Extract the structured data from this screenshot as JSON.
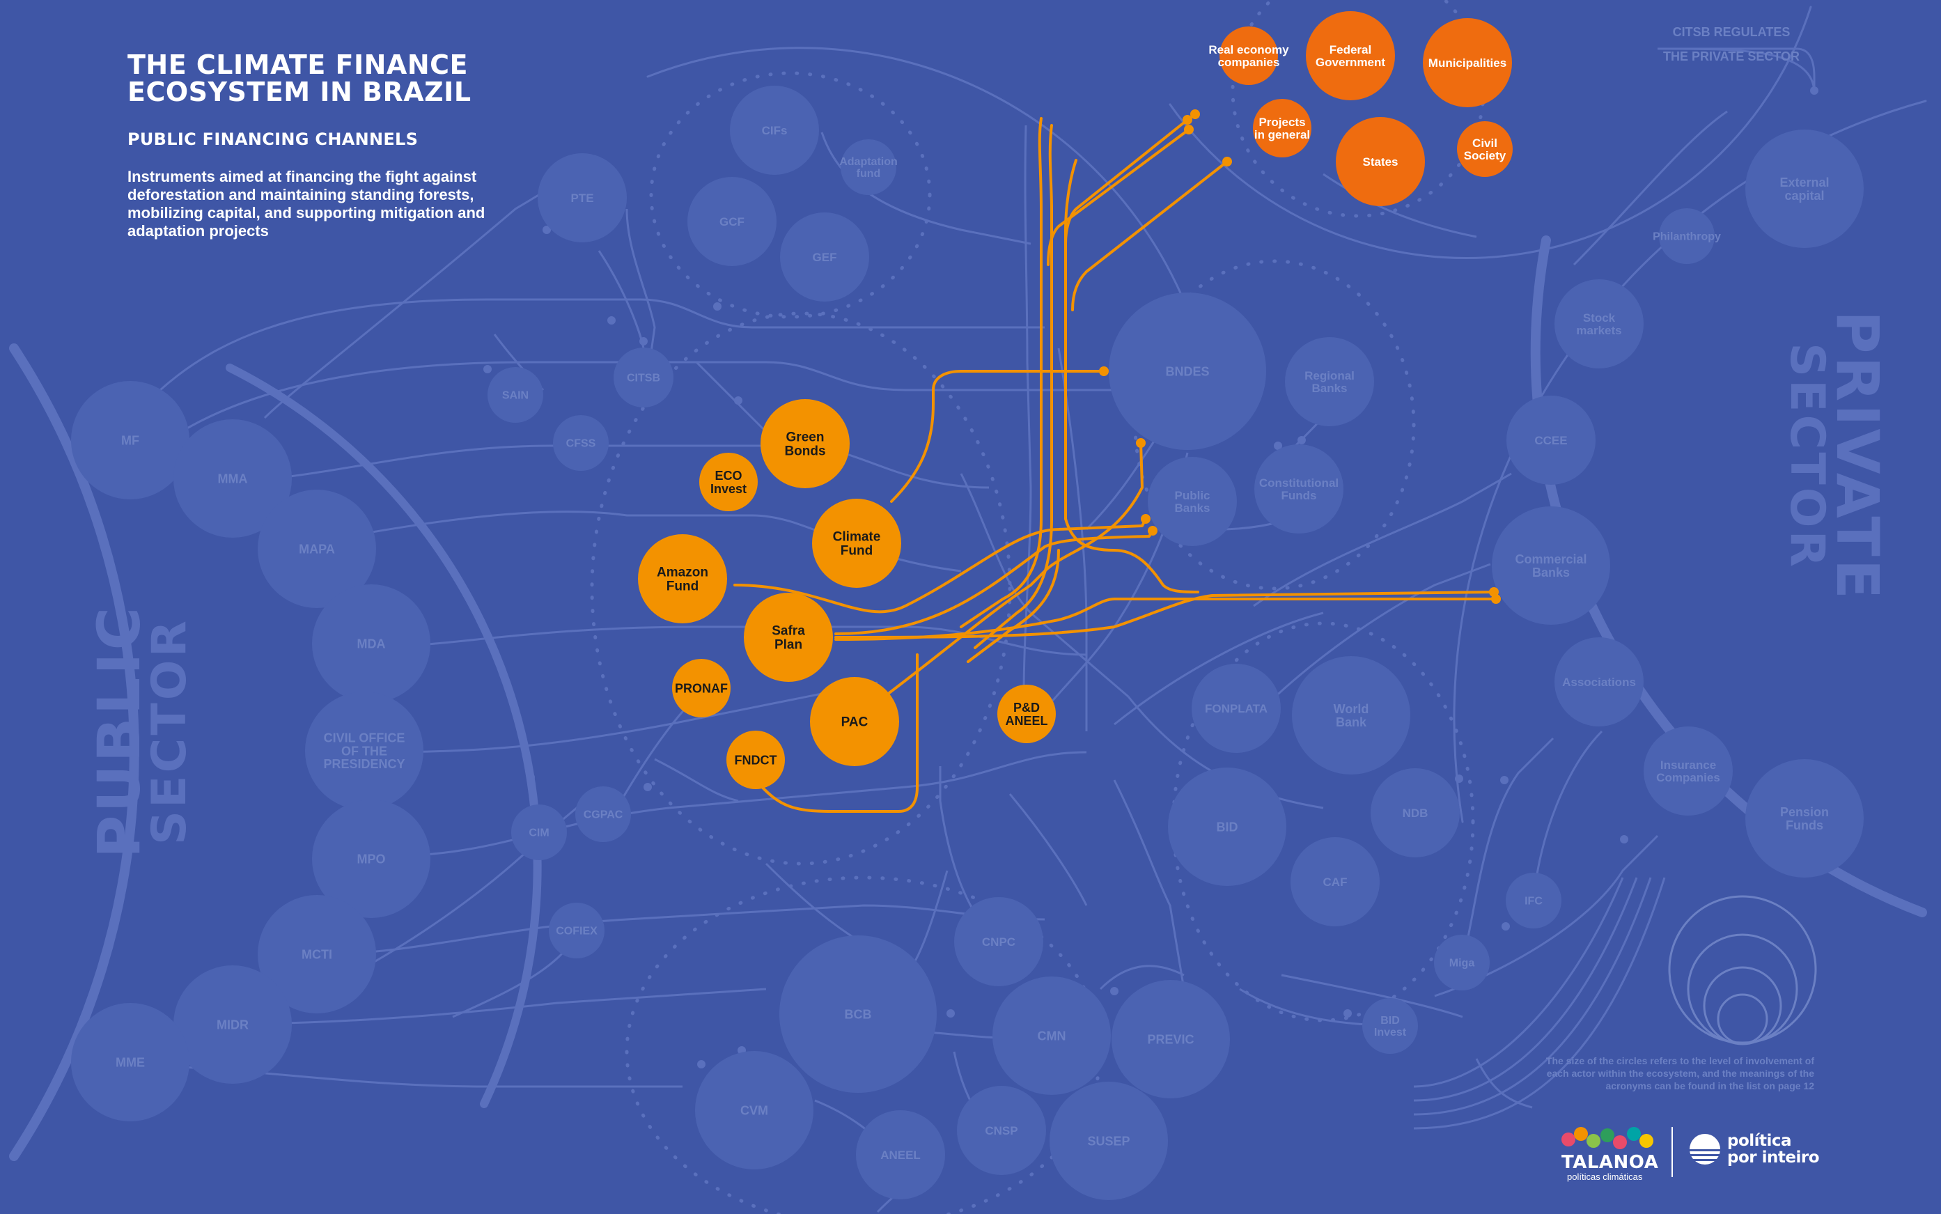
{
  "title": "THE CLIMATE FINANCE\nECOSYSTEM IN BRAZIL",
  "subtitle": "PUBLIC FINANCING CHANNELS",
  "description": "Instruments aimed at financing the fight against deforestation and maintaining standing forests, mobilizing capital, and supporting mitigation and adaptation projects",
  "public_sector_label": "PUBLIC\nSECTOR",
  "private_sector_label": "PRIVATE\nSECTOR",
  "citsb_label": "CITSB REGULATES\nTHE PRIVATE SECTOR",
  "footnote": "The size of the circles refers to the level of involvement of each actor within the ecosystem, and the meanings of the acronyms can be found in the list on page 12",
  "logos": {
    "talanoa": "TALANOA",
    "talanoa_sub": "políticas climáticas",
    "ppi": "política\npor inteiro"
  },
  "colors": {
    "background": "#3f56a6",
    "node": "#4b63b2",
    "node_text": "#6b80c4",
    "line": "#5a70bd",
    "highlight": "#f39200",
    "recipient": "#ef6c0f"
  },
  "public_nodes": [
    {
      "id": "mf",
      "label": "MF"
    },
    {
      "id": "mma",
      "label": "MMA"
    },
    {
      "id": "mapa",
      "label": "MAPA"
    },
    {
      "id": "mda",
      "label": "MDA"
    },
    {
      "id": "civil",
      "label": "CIVIL OFFICE\nOF THE\nPRESIDENCY"
    },
    {
      "id": "mpo",
      "label": "MPO"
    },
    {
      "id": "mcti",
      "label": "MCTI"
    },
    {
      "id": "midr",
      "label": "MIDR"
    },
    {
      "id": "mme",
      "label": "MME"
    },
    {
      "id": "pte",
      "label": "PTE"
    },
    {
      "id": "sain",
      "label": "SAIN"
    },
    {
      "id": "cfss",
      "label": "CFSS"
    },
    {
      "id": "citsb",
      "label": "CITSB"
    },
    {
      "id": "cifs",
      "label": "CIFs"
    },
    {
      "id": "gcf",
      "label": "GCF"
    },
    {
      "id": "gef",
      "label": "GEF"
    },
    {
      "id": "adaptation",
      "label": "Adaptation\nfund"
    },
    {
      "id": "cim",
      "label": "CIM"
    },
    {
      "id": "cgpac",
      "label": "CGPAC"
    },
    {
      "id": "cofiex",
      "label": "COFIEX"
    },
    {
      "id": "bcb",
      "label": "BCB"
    },
    {
      "id": "cvm",
      "label": "CVM"
    },
    {
      "id": "aneel",
      "label": "ANEEL"
    },
    {
      "id": "cnpc",
      "label": "CNPC"
    },
    {
      "id": "cmn",
      "label": "CMN"
    },
    {
      "id": "previc",
      "label": "PREVIC"
    },
    {
      "id": "cnsp",
      "label": "CNSP"
    },
    {
      "id": "susep",
      "label": "SUSEP"
    }
  ],
  "bank_nodes": [
    {
      "id": "bndes",
      "label": "BNDES"
    },
    {
      "id": "regional",
      "label": "Regional\nBanks"
    },
    {
      "id": "public_banks",
      "label": "Public\nBanks"
    },
    {
      "id": "constitutional",
      "label": "Constitutional\nFunds"
    },
    {
      "id": "fonplata",
      "label": "FONPLATA"
    },
    {
      "id": "worldbank",
      "label": "World\nBank"
    },
    {
      "id": "bid",
      "label": "BID"
    },
    {
      "id": "ndb",
      "label": "NDB"
    },
    {
      "id": "caf",
      "label": "CAF"
    },
    {
      "id": "ifc",
      "label": "IFC"
    },
    {
      "id": "miga",
      "label": "Miga"
    },
    {
      "id": "bidinvest",
      "label": "BID\nInvest"
    }
  ],
  "private_nodes": [
    {
      "id": "external",
      "label": "External\ncapital"
    },
    {
      "id": "philanthropy",
      "label": "Philanthropy"
    },
    {
      "id": "stock",
      "label": "Stock\nmarkets"
    },
    {
      "id": "ccee",
      "label": "CCEE"
    },
    {
      "id": "commercial",
      "label": "Commercial\nBanks"
    },
    {
      "id": "associations",
      "label": "Associations"
    },
    {
      "id": "insurance",
      "label": "Insurance\nCompanies"
    },
    {
      "id": "pension",
      "label": "Pension\nFunds"
    }
  ],
  "instruments": [
    {
      "id": "green_bonds",
      "label": "Green\nBonds"
    },
    {
      "id": "eco_invest",
      "label": "ECO\nInvest"
    },
    {
      "id": "climate_fund",
      "label": "Climate\nFund"
    },
    {
      "id": "amazon_fund",
      "label": "Amazon\nFund"
    },
    {
      "id": "safra",
      "label": "Safra\nPlan"
    },
    {
      "id": "pronaf",
      "label": "PRONAF"
    },
    {
      "id": "pac",
      "label": "PAC"
    },
    {
      "id": "fndct",
      "label": "FNDCT"
    },
    {
      "id": "pd_aneel",
      "label": "P&D\nANEEL"
    }
  ],
  "recipients": [
    {
      "id": "real_economy",
      "label": "Real economy\ncompanies"
    },
    {
      "id": "federal",
      "label": "Federal\nGovernment"
    },
    {
      "id": "municipalities",
      "label": "Municipalities"
    },
    {
      "id": "projects",
      "label": "Projects\nin general"
    },
    {
      "id": "states",
      "label": "States"
    },
    {
      "id": "civil_society",
      "label": "Civil\nSociety"
    }
  ]
}
